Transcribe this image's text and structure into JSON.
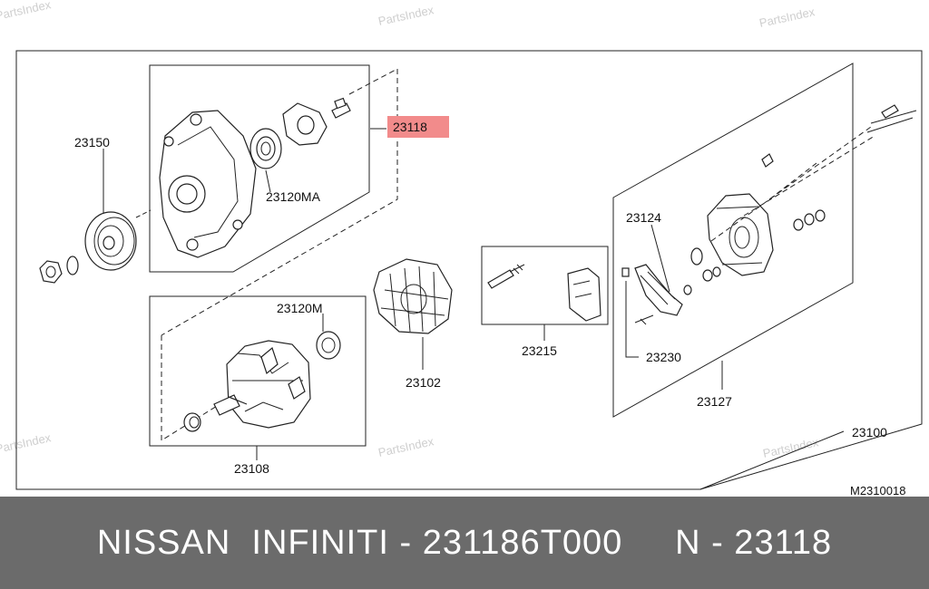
{
  "watermark": "PartsIndex",
  "labels": {
    "l23150": "23150",
    "l23120MA": "23120MA",
    "l23118": "23118",
    "l23120M": "23120M",
    "l23102": "23102",
    "l23108": "23108",
    "l23215": "23215",
    "l23124": "23124",
    "l23230": "23230",
    "l23127": "23127",
    "l23100": "23100",
    "diagram_code": "M2310018"
  },
  "highlight_color": "#f28b8b",
  "footer": {
    "text": "NISSAN  INFINITI - 231186T000     N - 23118",
    "background": "#6b6b6b",
    "text_color": "#ffffff"
  }
}
